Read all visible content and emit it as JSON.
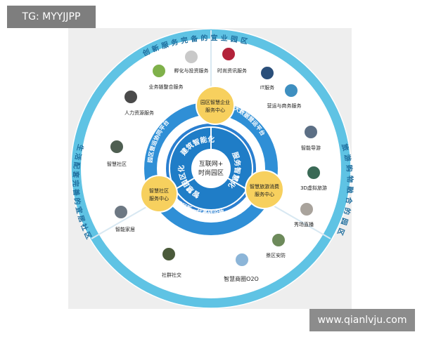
{
  "top_tag": "TG: MYYJJPP",
  "watermark": "www.qianlvju.com",
  "colors": {
    "outer_ring": "#5fc3e4",
    "mid_ring": "#2f8fd6",
    "inner_ring": "#2a7fd0",
    "core_fill": "#1f7dc7",
    "center_fill": "#ffffff",
    "hub_fill": "#f7d05e",
    "panel_bg": "#eeeeee"
  },
  "outer_ring": {
    "top_text": "创新服务完备的宜业园区",
    "right_text": "旅游购物融合的园区",
    "left_text": "生活配套完善的宜居社区"
  },
  "middle_ring": {
    "left_arc": "园区营运协同平台",
    "right_arc": "大数据营运平台",
    "bottom_arc": "园区新一代基础设施"
  },
  "inner_ring": {
    "top_text": "建筑智能化",
    "right_text": "服务智慧化",
    "left_text": "智慧园区化"
  },
  "center_text": [
    "互联网+",
    "时尚园区"
  ],
  "hubs": {
    "enterprise": [
      "园区智慧企业",
      "服务中心"
    ],
    "tourism": [
      "智慧旅游消费",
      "服务中心"
    ],
    "community": [
      "智慧社区",
      "服务中心"
    ]
  },
  "services": [
    {
      "label": "孵化与投资服务",
      "icon": "incubation-icon"
    },
    {
      "label": "时尚资讯服务",
      "icon": "fashion-news-icon"
    },
    {
      "label": "IT服务",
      "icon": "it-service-icon"
    },
    {
      "label": "营运与商务服务",
      "icon": "operations-icon"
    },
    {
      "label": "业务链整合服务",
      "icon": "business-chain-icon"
    },
    {
      "label": "人力资源服务",
      "icon": "hr-icon"
    },
    {
      "label": "智能导游",
      "icon": "tour-guide-icon"
    },
    {
      "label": "3D虚拟旅游",
      "icon": "vr-tour-icon"
    },
    {
      "label": "秀场直播",
      "icon": "live-show-icon"
    },
    {
      "label": "景区安防",
      "icon": "security-icon"
    },
    {
      "label": "智慧商圈O2O",
      "icon": "o2o-icon"
    },
    {
      "label": "智慧社区",
      "icon": "smart-community-icon"
    },
    {
      "label": "智能家居",
      "icon": "smart-home-icon"
    },
    {
      "label": "社群社交",
      "icon": "social-icon"
    }
  ]
}
